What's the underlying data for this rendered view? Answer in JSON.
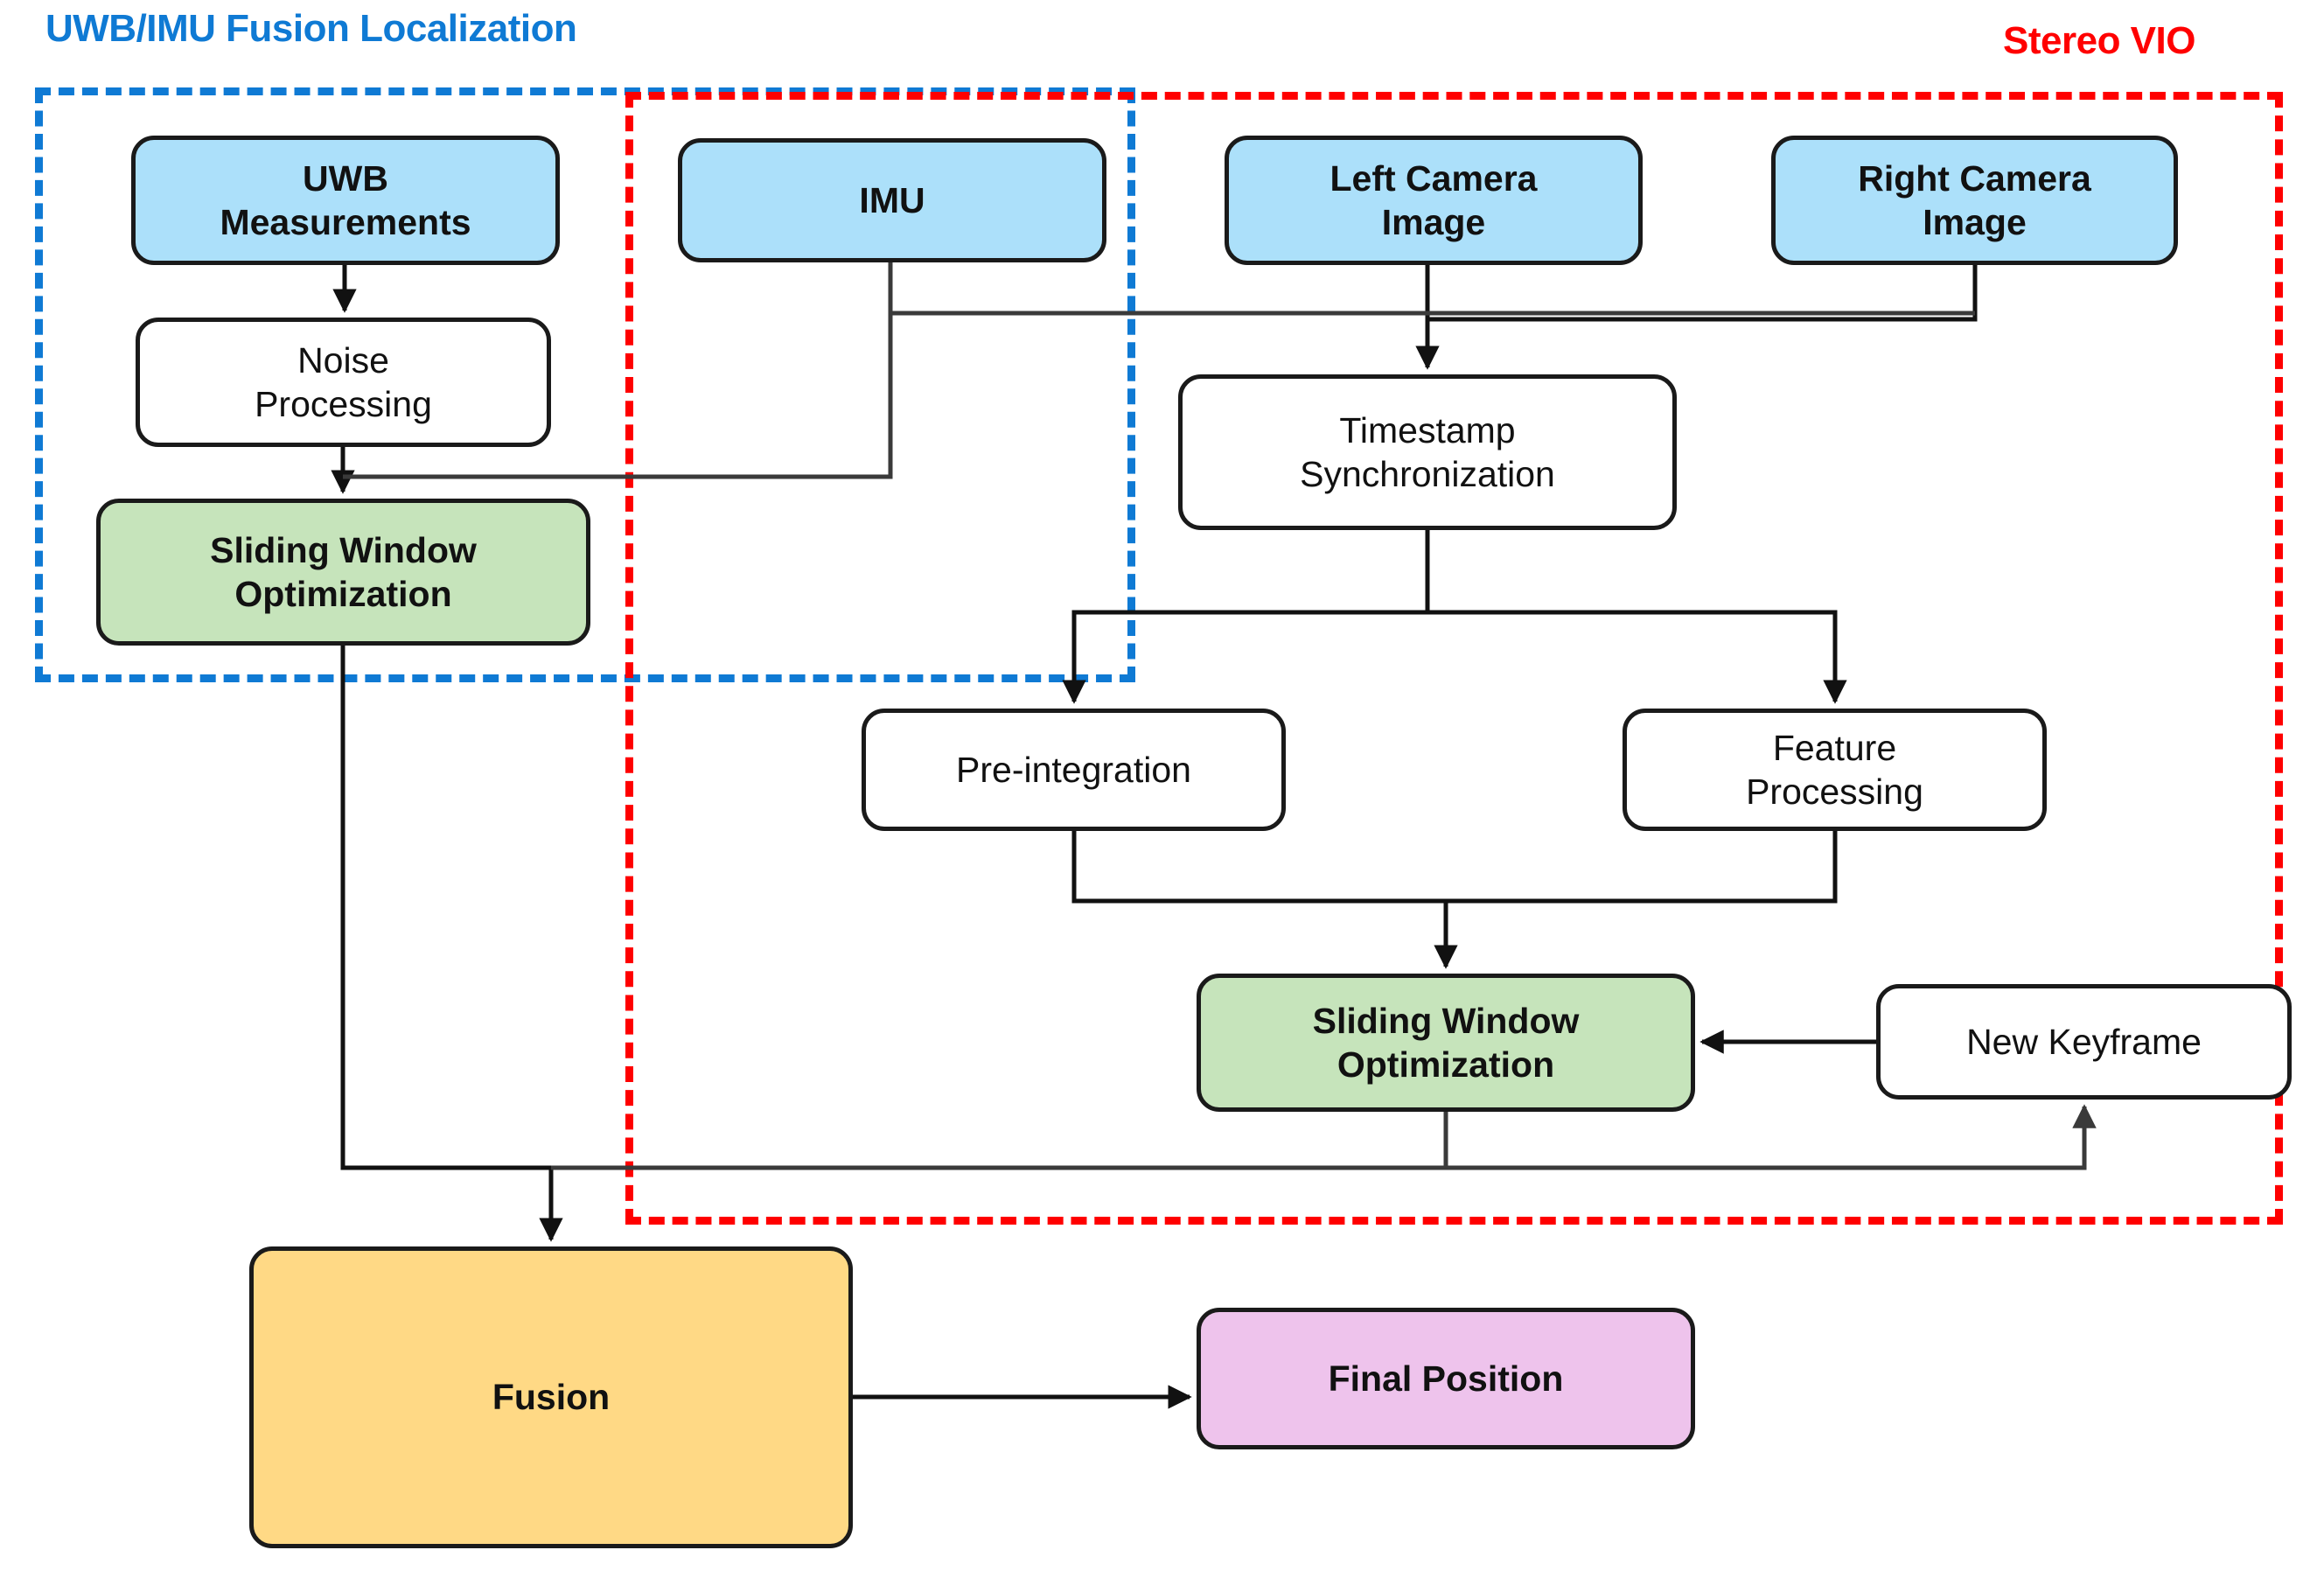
{
  "diagram": {
    "title_groups": [
      {
        "id": "uwb-imu",
        "label": "UWB/IMU Fusion Localization",
        "color": "#0f7ad4"
      },
      {
        "id": "stereo-vio",
        "label": "Stereo VIO",
        "color": "#ff0000"
      }
    ],
    "palette": {
      "sensor_blue": "#ace0fa",
      "optimization_green": "#c6e4bb",
      "process_white": "#ffffff",
      "fusion_orange": "#ffd985",
      "output_pink": "#eec3ec",
      "stroke_black": "#1a1a1a",
      "group_blue": "#0f7ad4",
      "group_red": "#ff0000",
      "connector_gray": "#5a5a5a"
    },
    "nodes": [
      {
        "id": "uwb-measurements",
        "label": "UWB\nMeasurements",
        "type": "sensor",
        "fill": "sensor_blue"
      },
      {
        "id": "imu",
        "label": "IMU",
        "type": "sensor",
        "fill": "sensor_blue"
      },
      {
        "id": "left-camera-image",
        "label": "Left Camera\nImage",
        "type": "sensor",
        "fill": "sensor_blue"
      },
      {
        "id": "right-camera-image",
        "label": "Right Camera\nImage",
        "type": "sensor",
        "fill": "sensor_blue"
      },
      {
        "id": "noise-processing",
        "label": "Noise\nProcessing",
        "type": "process",
        "fill": "process_white"
      },
      {
        "id": "sliding-window-left",
        "label": "Sliding Window\nOptimization",
        "type": "optimization",
        "fill": "optimization_green"
      },
      {
        "id": "timestamp-sync",
        "label": "Timestamp\nSynchronization",
        "type": "process",
        "fill": "process_white"
      },
      {
        "id": "pre-integration",
        "label": "Pre-integration",
        "type": "process",
        "fill": "process_white"
      },
      {
        "id": "feature-processing",
        "label": "Feature\nProcessing",
        "type": "process",
        "fill": "process_white"
      },
      {
        "id": "sliding-window-right",
        "label": "Sliding Window\nOptimization",
        "type": "optimization",
        "fill": "optimization_green"
      },
      {
        "id": "new-keyframe",
        "label": "New Keyframe",
        "type": "process",
        "fill": "process_white"
      },
      {
        "id": "fusion",
        "label": "Fusion",
        "type": "fusion",
        "fill": "fusion_orange"
      },
      {
        "id": "final-position",
        "label": "Final Position",
        "type": "output",
        "fill": "output_pink"
      }
    ],
    "edges": [
      {
        "from": "uwb-measurements",
        "to": "noise-processing"
      },
      {
        "from": "noise-processing",
        "to": "sliding-window-left"
      },
      {
        "from": "imu",
        "to": "sliding-window-left"
      },
      {
        "from": "imu",
        "to": "pre-integration"
      },
      {
        "from": "left-camera-image",
        "to": "timestamp-sync"
      },
      {
        "from": "right-camera-image",
        "to": "timestamp-sync"
      },
      {
        "from": "timestamp-sync",
        "to": "pre-integration"
      },
      {
        "from": "timestamp-sync",
        "to": "feature-processing"
      },
      {
        "from": "pre-integration",
        "to": "sliding-window-right"
      },
      {
        "from": "feature-processing",
        "to": "sliding-window-right"
      },
      {
        "from": "new-keyframe",
        "to": "sliding-window-right"
      },
      {
        "from": "sliding-window-right",
        "to": "new-keyframe"
      },
      {
        "from": "sliding-window-right",
        "to": "fusion"
      },
      {
        "from": "sliding-window-left",
        "to": "fusion"
      },
      {
        "from": "fusion",
        "to": "final-position"
      }
    ]
  }
}
